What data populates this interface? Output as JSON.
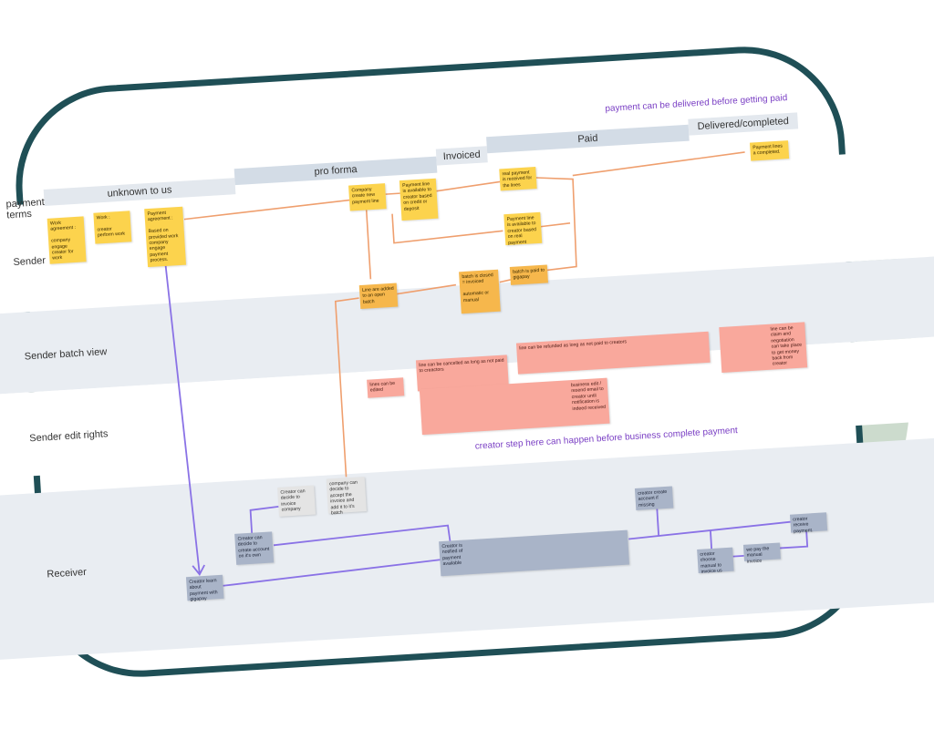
{
  "annotations": {
    "top": "payment can be delivered before getting paid",
    "middle": "creator step here can happen before business complete payment"
  },
  "lanes": {
    "payment_terms": "payment\nterms",
    "sender": "Sender",
    "sender_batch": "Sender batch view",
    "sender_edit": "Sender edit rights",
    "receiver": "Receiver"
  },
  "columns": [
    "unknown to us",
    "pro forma",
    "Invoiced",
    "Paid",
    "Delivered/completed"
  ],
  "notes": {
    "work_agreement": "Work agreement :\n\ncompany engage creator for work",
    "work": "Work :\n\ncreator perform work",
    "payment_agreement": "Payment agreement :\n\nBased on provided work company engage payment process.",
    "company_create": "Company create new payment line",
    "payment_line_available": "Payment line is available to creator based on credit or deposit",
    "real_payment": "real payment is received for the lines",
    "payment_line_real": "Payment line is available to creator based on real payment",
    "payment_lines_completed": "Payment lines a completed.",
    "line_added_batch": "Line are added to an open batch",
    "batch_closed": "batch is closed\n= invoiced\n\nautomatic or manual",
    "batch_paid": "batch is paid to gigapay",
    "lines_edited": "lines can be edited",
    "cancelled": "line can be cancelled as long as not paid to creactors",
    "refunded": "line can be refunded as long as not paid to creators",
    "business_edit": "business edit / resend email to creator until notification is indeed received",
    "claim": "line can be claim and negotiation can take place to get money back from creator",
    "creator_decide_invoice": "Creator can decide to invoice company",
    "company_accept": "company can decide to accept the invoice and add it to it's batch",
    "creator_decide_account": "Creator can decide to create account on it's own",
    "creator_learn": "Creator learn about payment with gigapay",
    "creator_notified": "Creator is notified of payment available",
    "creator_create_account": "creator create account if missing",
    "creator_choose_manual": "creator choose manual to invoice us",
    "we_pay_manual": "we pay the manual invoice",
    "creator_receive": "creator receive payment."
  }
}
